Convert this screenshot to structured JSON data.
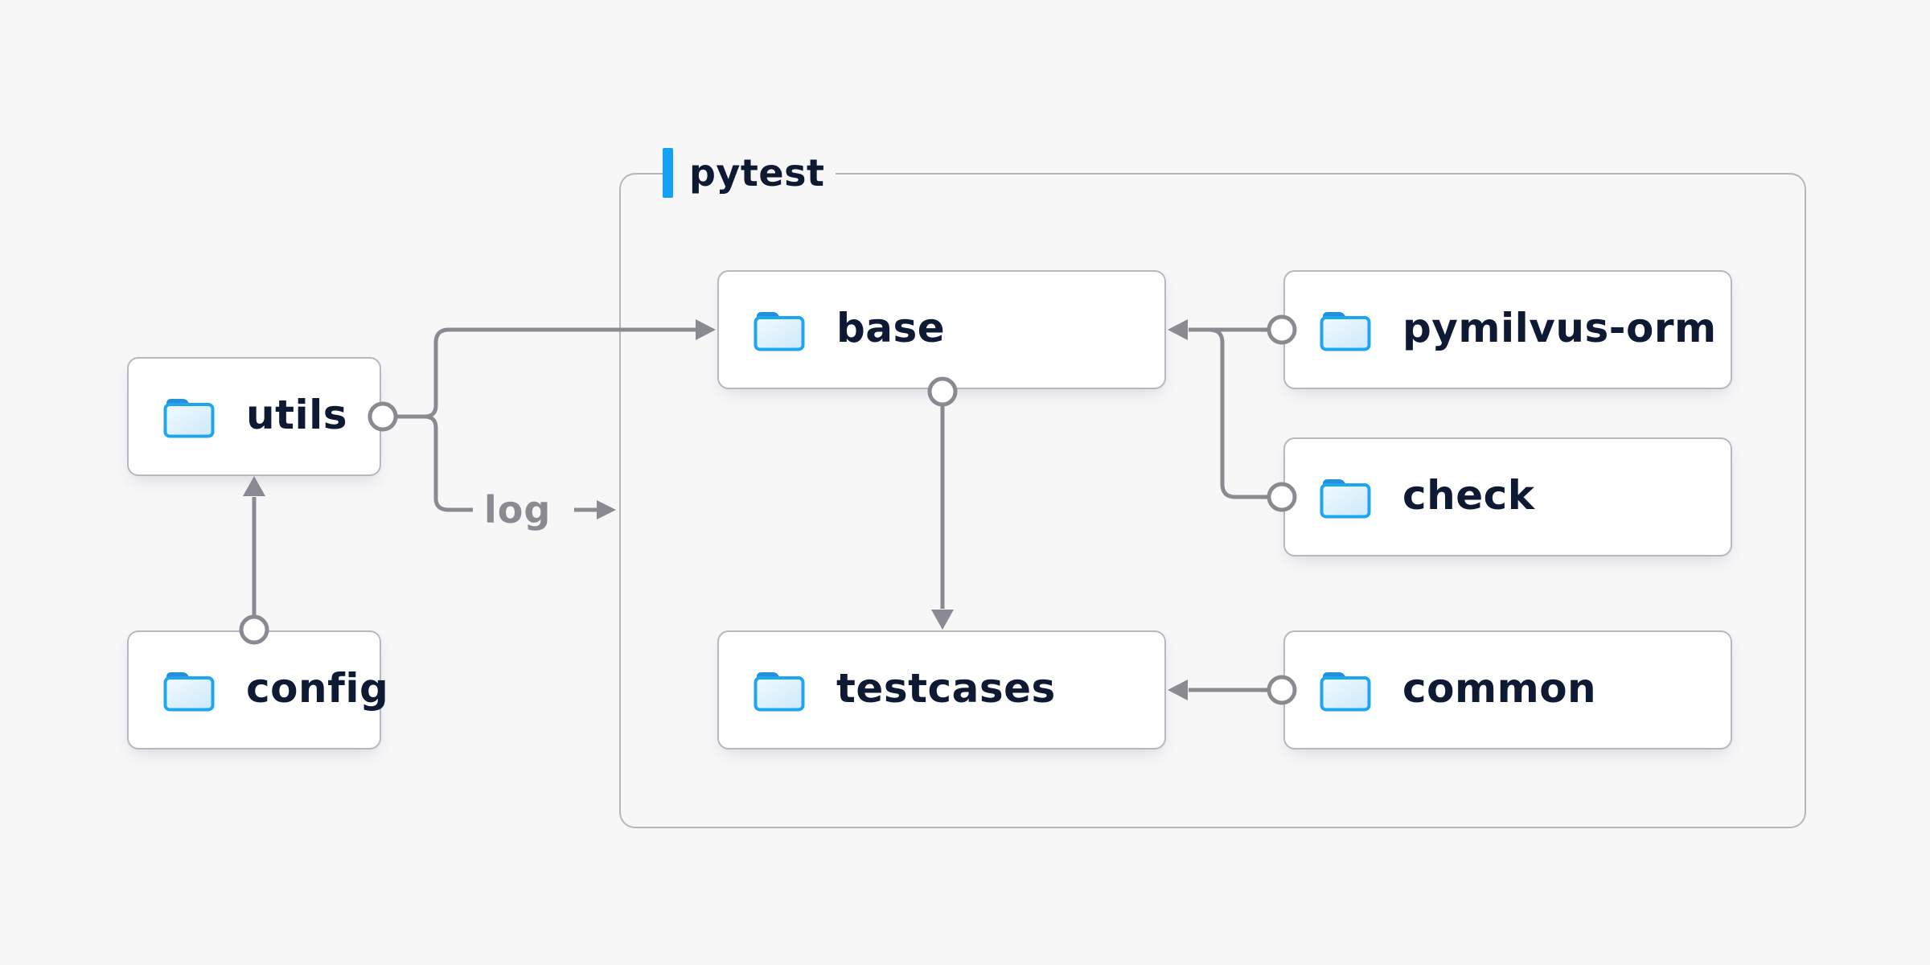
{
  "page": {
    "background_color": "#f7f7f8"
  },
  "group": {
    "label": "pytest",
    "accent_color": "#14a2f2",
    "border_color": "#b6b6c0"
  },
  "nodes": {
    "utils": {
      "label": "utils",
      "icon": "folder-icon"
    },
    "config": {
      "label": "config",
      "icon": "folder-icon"
    },
    "base": {
      "label": "base",
      "icon": "folder-icon"
    },
    "pymilvus_orm": {
      "label": "pymilvus-orm",
      "icon": "folder-icon"
    },
    "check": {
      "label": "check",
      "icon": "folder-icon"
    },
    "testcases": {
      "label": "testcases",
      "icon": "folder-icon"
    },
    "common": {
      "label": "common",
      "icon": "folder-icon"
    }
  },
  "edge_labels": {
    "log": "log"
  },
  "edges": [
    {
      "from": "config",
      "to": "utils",
      "style": "arrow"
    },
    {
      "from": "utils",
      "to": "base",
      "style": "arrow"
    },
    {
      "from": "utils",
      "to": "pytest-group",
      "style": "arrow",
      "label": "log"
    },
    {
      "from": "base",
      "to": "testcases",
      "style": "arrow"
    },
    {
      "from": "pymilvus-orm",
      "to": "base",
      "style": "arrow"
    },
    {
      "from": "check",
      "to": "base",
      "style": "arrow"
    },
    {
      "from": "common",
      "to": "testcases",
      "style": "arrow"
    }
  ],
  "colors": {
    "line": "#8a8a92",
    "node_border": "#b7b7c1",
    "node_background": "#ffffff",
    "label_text": "#0e1a33",
    "muted_text": "#8a8a92",
    "folder_stroke": "#1ea7ee",
    "folder_tab": "#2490d8",
    "folder_fill_light": "#eef7fd",
    "folder_fill_dark": "#d0eafa",
    "accent_blue": "#14a2f2"
  }
}
